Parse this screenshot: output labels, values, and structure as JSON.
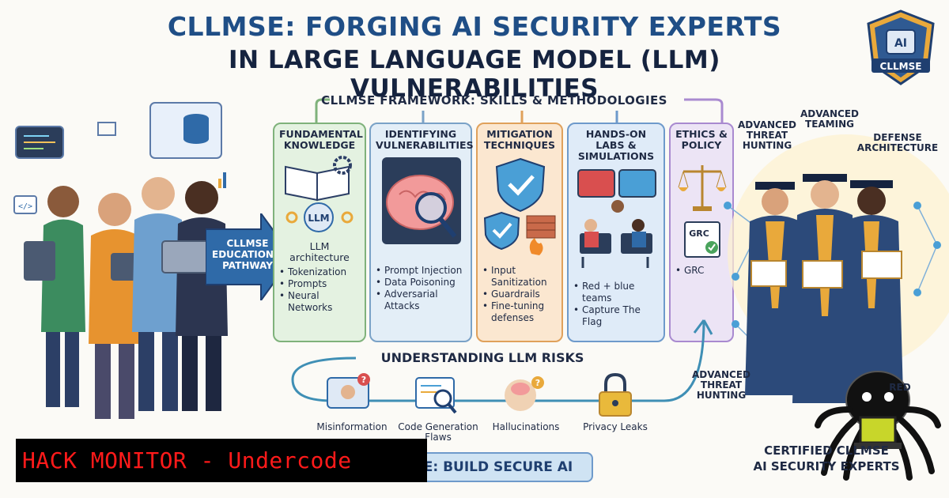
{
  "title": {
    "line1": "CLLMSE: FORGING AI SECURITY EXPERTS",
    "line2": "IN LARGE LANGUAGE MODEL (LLM) VULNERABILITIES"
  },
  "badge": {
    "top": "AI",
    "bottom": "CLLMSE"
  },
  "framework": {
    "header": "CLLMSE FRAMEWORK: SKILLS & METHODOLOGIES",
    "panels": [
      {
        "title": "FUNDAMENTAL KNOWLEDGE",
        "icon_label": "LLM",
        "subtitle": "LLM architecture",
        "items": [
          "Tokenization",
          "Prompts",
          "Neural Networks"
        ]
      },
      {
        "title": "IDENTIFYING VULNERABILITIES",
        "items": [
          "Prompt Injection",
          "Data Poisoning",
          "Adversarial Attacks"
        ]
      },
      {
        "title": "MITIGATION TECHNIQUES",
        "items": [
          "Input Sanitization",
          "Guardrails",
          "Fine-tuning defenses"
        ]
      },
      {
        "title": "HANDS-ON LABS & SIMULATIONS",
        "items": [
          "Red + blue teams",
          "Capture The Flag"
        ]
      },
      {
        "title": "ETHICS & POLICY",
        "icon_label": "GRC",
        "items": [
          "GRC"
        ]
      }
    ]
  },
  "pathway": {
    "label": "CLLMSE EDUCATIONAL PATHWAY"
  },
  "risks": {
    "title": "UNDERSTANDING LLM RISKS",
    "items": [
      "Misinformation",
      "Code Generation Flaws",
      "Hallucinations",
      "Privacy Leaks"
    ]
  },
  "side_labels": {
    "advanced_threat_hunting": "ADVANCED THREAT HUNTING",
    "advanced_teaming": "ADVANCED TEAMING",
    "defense_architecture": "DEFENSE ARCHITECTURE",
    "advanced_threat_hunting_2": "ADVANCED THREAT HUNTING",
    "partial_red": "RED"
  },
  "certified": {
    "line1": "CERTIFIED CLLMSE",
    "line2": "AI SECURITY EXPERTS"
  },
  "banner": {
    "build": "E: BUILD SECURE AI"
  },
  "watermark": {
    "hack_monitor": "HACK MONITOR - Undercode"
  },
  "colors": {
    "title_blue": "#1f4e86",
    "navy": "#15233f",
    "hack_red": "#ff1a1a",
    "pathway_blue": "#2f6aa8"
  }
}
